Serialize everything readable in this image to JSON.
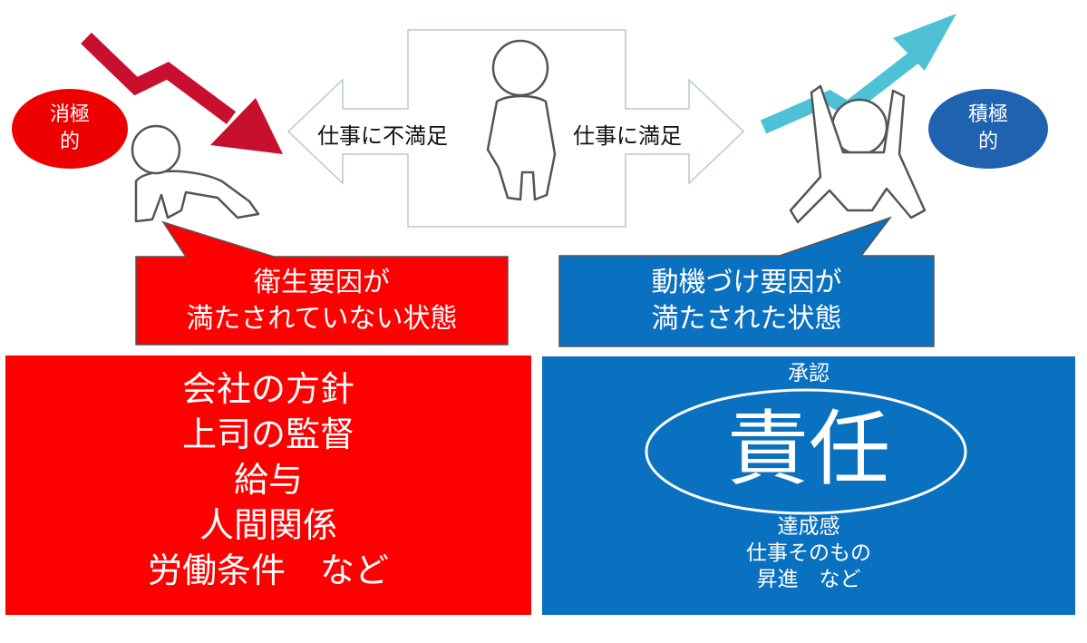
{
  "left_oval": {
    "line1": "消極",
    "line2": "的"
  },
  "right_oval": {
    "line1": "積極",
    "line2": "的"
  },
  "center": {
    "left_text": "仕事に不満足",
    "right_text": "仕事に満足"
  },
  "left_callout": {
    "line1": "衛生要因が",
    "line2": "満たされていない状態"
  },
  "right_callout": {
    "line1": "動機づけ要因が",
    "line2": "満たされた状態"
  },
  "left_box": {
    "items": [
      "会社の方針",
      "上司の監督",
      "給与",
      "人間関係",
      "労働条件　など"
    ]
  },
  "right_box": {
    "top_item": "承認",
    "main_item": "責任",
    "items": [
      "達成感",
      "仕事そのもの",
      "昇進　など"
    ]
  },
  "colors": {
    "red": "#ff0000",
    "blue": "#0a70c0",
    "dark_red": "#c8102e",
    "teal": "#4fc1d6",
    "oval_red": "#ee0000",
    "oval_blue": "#1f62b0"
  }
}
